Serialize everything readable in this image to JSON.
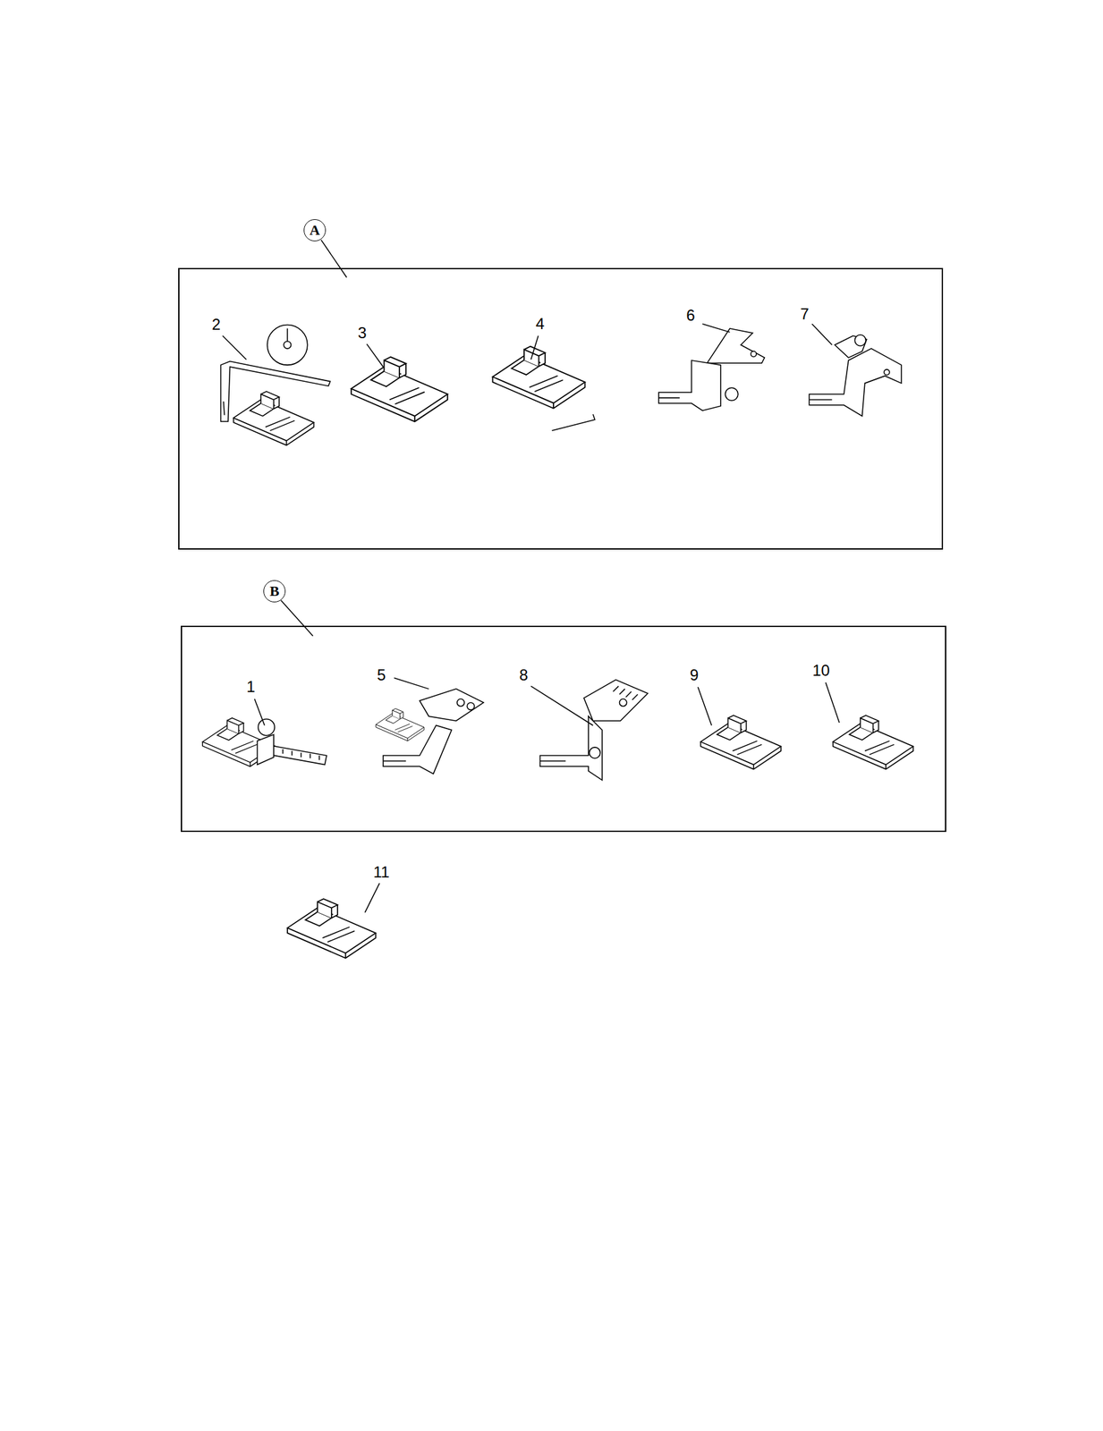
{
  "diagram": {
    "nodes": [
      {
        "text": [
          "A"
        ]
      },
      {
        "text": [
          "B"
        ]
      }
    ],
    "labels": [
      "2",
      "3",
      "4",
      "6",
      "7",
      "1",
      "5",
      "8",
      "9",
      "10",
      "11"
    ]
  }
}
